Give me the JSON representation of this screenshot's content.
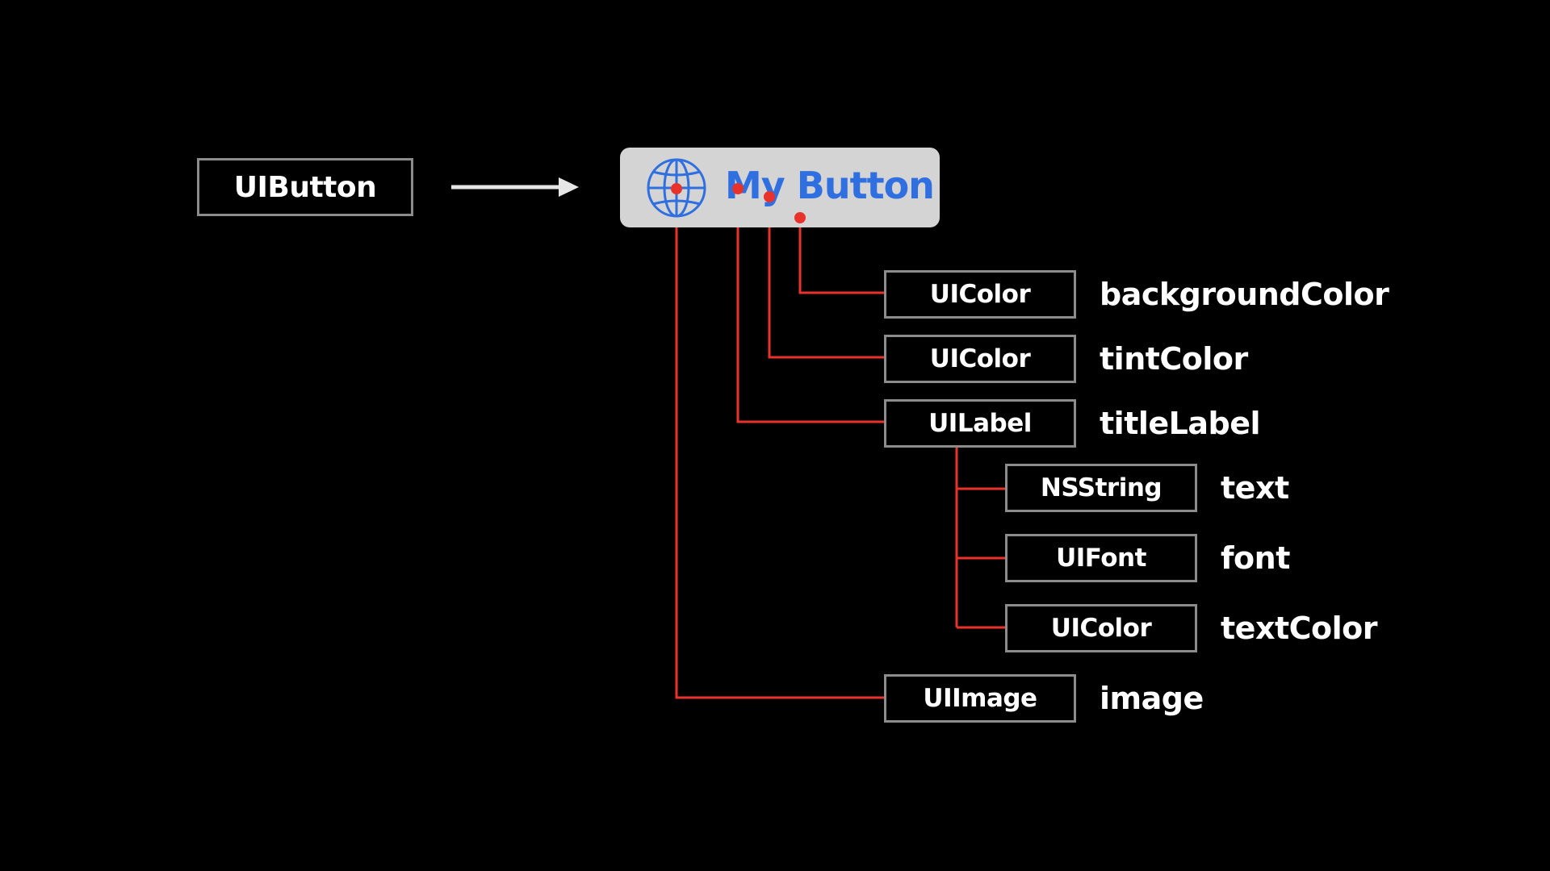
{
  "root": {
    "label": "UIButton"
  },
  "preview": {
    "label": "My Button",
    "icon": "globe-icon",
    "tint": "#2f6fe0",
    "background": "#d4d4d4"
  },
  "colors": {
    "connector": "#e8322a",
    "box_border": "#8c8c8c",
    "arrow": "#e6e6e6"
  },
  "properties": [
    {
      "type": "UIColor",
      "name": "backgroundColor"
    },
    {
      "type": "UIColor",
      "name": "tintColor"
    },
    {
      "type": "UILabel",
      "name": "titleLabel"
    },
    {
      "type": "NSString",
      "name": "text"
    },
    {
      "type": "UIFont",
      "name": "font"
    },
    {
      "type": "UIColor",
      "name": "textColor"
    },
    {
      "type": "UIImage",
      "name": "image"
    }
  ]
}
